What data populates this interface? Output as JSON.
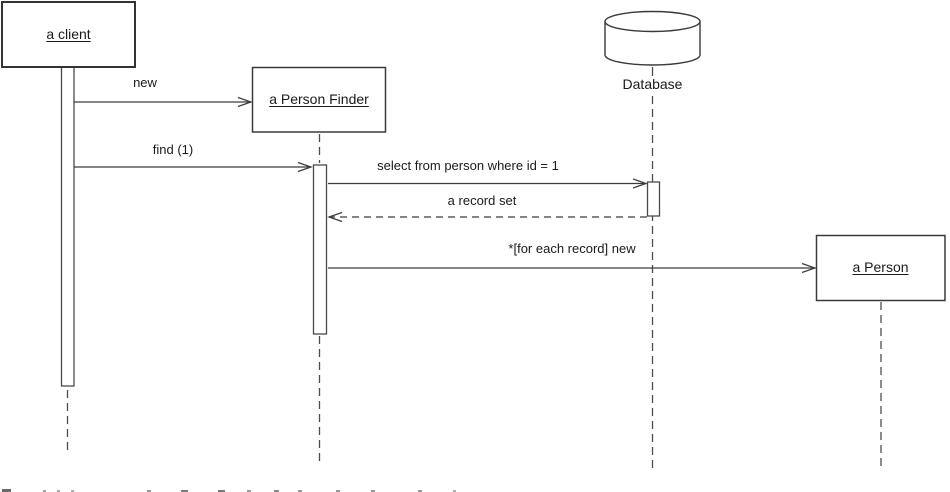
{
  "diagram": {
    "kind": "uml-sequence-diagram",
    "colors": {
      "background": "#ffffff",
      "line": "#3c3c3c",
      "text": "#1a1a1a"
    },
    "participants": {
      "client": {
        "label": "a client",
        "underlined": true,
        "shape": "object-box"
      },
      "person_finder": {
        "label": "a Person Finder",
        "underlined": true,
        "shape": "object-box"
      },
      "database": {
        "label": "Database",
        "underlined": false,
        "shape": "cylinder-datastore"
      },
      "person": {
        "label": "a Person",
        "underlined": true,
        "shape": "object-box"
      }
    },
    "messages": {
      "new_finder": {
        "label": "new",
        "from": "a client",
        "to": "a Person Finder",
        "line": "solid"
      },
      "find": {
        "label": "find (1)",
        "from": "a client",
        "to": "a Person Finder",
        "line": "solid"
      },
      "select": {
        "label": "select from person where id = 1",
        "from": "a Person Finder",
        "to": "Database",
        "line": "solid"
      },
      "record_set": {
        "label": "a record set",
        "from": "Database",
        "to": "a Person Finder",
        "line": "dashed-return"
      },
      "foreach_new": {
        "label": "*[for each record] new",
        "from": "a Person Finder",
        "to": "a Person",
        "line": "solid"
      }
    }
  }
}
